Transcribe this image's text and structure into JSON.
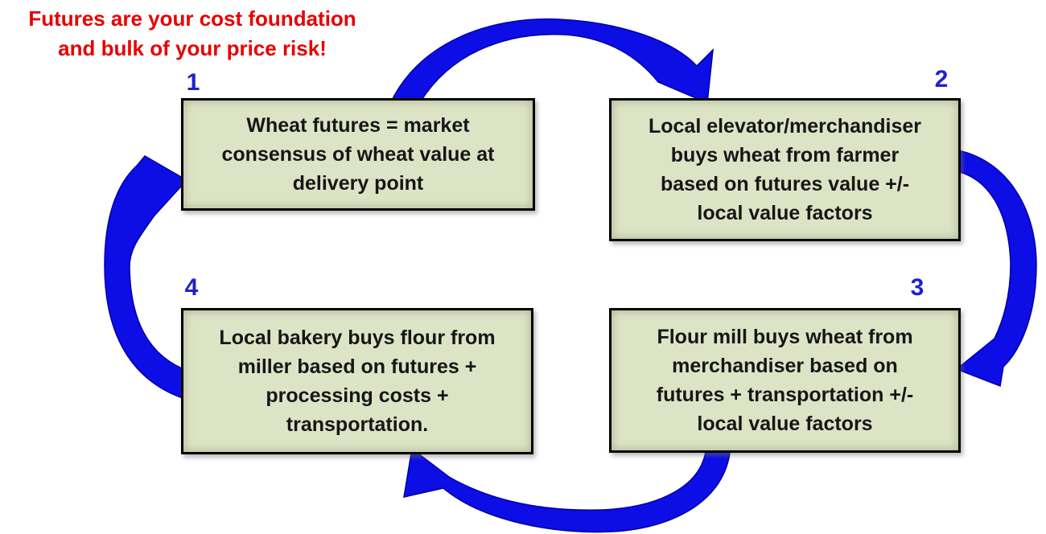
{
  "headline": {
    "lines": [
      "Futures are your cost foundation",
      "and bulk of your price risk!"
    ],
    "color": "#e80000"
  },
  "cycle": {
    "arrow_color": "#0d0de6",
    "arrow_edge_color": "#0000a8",
    "box_fill": "#dde4c6",
    "box_border_color": "#000000",
    "number_color": "#2020cf",
    "steps": [
      {
        "number": "1",
        "position": "top-left",
        "text": "Wheat futures = market consensus of wheat value at delivery point",
        "lines": [
          "Wheat futures = market",
          "consensus of wheat value at",
          "delivery point"
        ]
      },
      {
        "number": "2",
        "position": "top-right",
        "text": "Local elevator/merchandiser buys wheat from farmer based on futures value +/- local value factors",
        "lines": [
          "Local elevator/merchandiser",
          "buys wheat from farmer",
          "based on futures value +/-",
          "local value factors"
        ]
      },
      {
        "number": "3",
        "position": "bottom-right",
        "text": "Flour mill buys wheat from merchandiser based on futures + transportation +/- local value factors",
        "lines": [
          "Flour mill buys wheat from",
          "merchandiser based on",
          "futures + transportation +/-",
          "local value factors"
        ]
      },
      {
        "number": "4",
        "position": "bottom-left",
        "text": "Local bakery buys flour from miller based on futures + processing costs + transportation.",
        "lines": [
          "Local bakery buys flour from",
          "miller based on futures +",
          "processing costs +",
          "transportation."
        ]
      }
    ],
    "arrows": [
      {
        "from": "1",
        "to": "2",
        "direction": "clockwise"
      },
      {
        "from": "2",
        "to": "3",
        "direction": "clockwise"
      },
      {
        "from": "3",
        "to": "4",
        "direction": "clockwise"
      },
      {
        "from": "4",
        "to": "1",
        "direction": "clockwise"
      }
    ]
  }
}
